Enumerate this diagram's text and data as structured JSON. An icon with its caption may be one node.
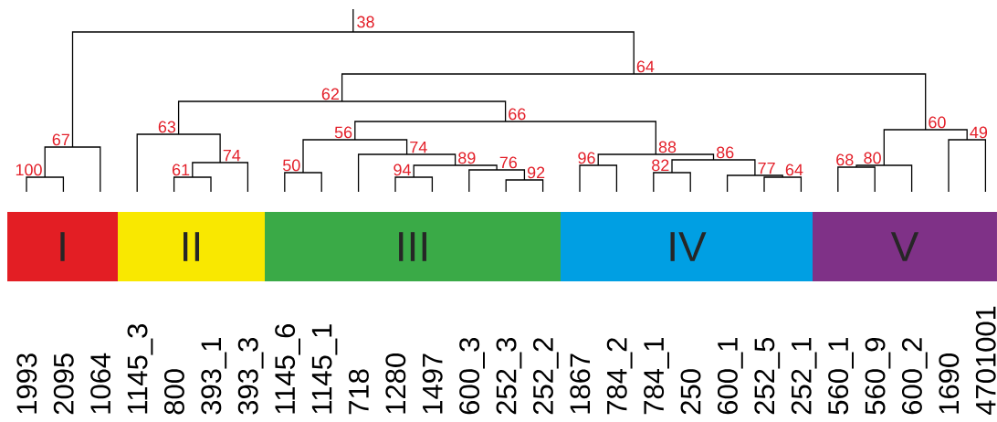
{
  "diagram": {
    "nodes": [
      {
        "text": [
          "I"
        ]
      },
      {
        "text": [
          "II"
        ]
      },
      {
        "text": [
          "III"
        ]
      },
      {
        "text": [
          "IV"
        ]
      },
      {
        "text": [
          "V"
        ]
      }
    ],
    "labels": [
      "100",
      "67",
      "63",
      "61",
      "74",
      "50",
      "62",
      "56",
      "38",
      "94",
      "74",
      "89",
      "76",
      "66",
      "92",
      "96",
      "64",
      "82",
      "88",
      "86",
      "77",
      "64",
      "68",
      "80",
      "60",
      "49",
      "1993",
      "2095",
      "1064",
      "1145_3",
      "800",
      "393_1",
      "393_3",
      "1145_6",
      "1145_1",
      "718",
      "1280",
      "1497",
      "600_3",
      "252_3",
      "252_2",
      "1867",
      "784_2",
      "784_1",
      "250",
      "600_1",
      "252_5",
      "252_1",
      "560_1",
      "560_9",
      "600_2",
      "1690",
      "4701001"
    ]
  }
}
